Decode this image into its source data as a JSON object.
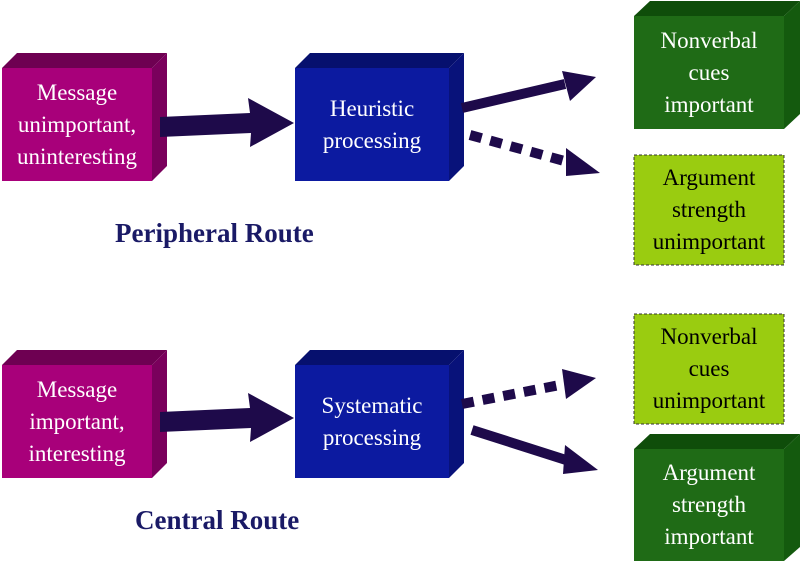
{
  "peripheral": {
    "title": "Peripheral Route",
    "input": "Message\nunimportant,\nuninteresting",
    "process": "Heuristic\nprocessing",
    "outcome_solid": "Nonverbal\ncues\nimportant",
    "outcome_dashed": "Argument\nstrength\nunimportant"
  },
  "central": {
    "title": "Central Route",
    "input": "Message\nimportant,\ninteresting",
    "process": "Systematic\nprocessing",
    "outcome_dashed": "Nonverbal\ncues\nunimportant",
    "outcome_solid": "Argument\nstrength\nimportant"
  },
  "colors": {
    "input_box": "#a8007a",
    "process_box": "#0c1aa0",
    "important_box": "#1f6b16",
    "unimportant_box": "#9acc10",
    "arrow": "#1e0a4a",
    "title_text": "#1a1a66"
  }
}
